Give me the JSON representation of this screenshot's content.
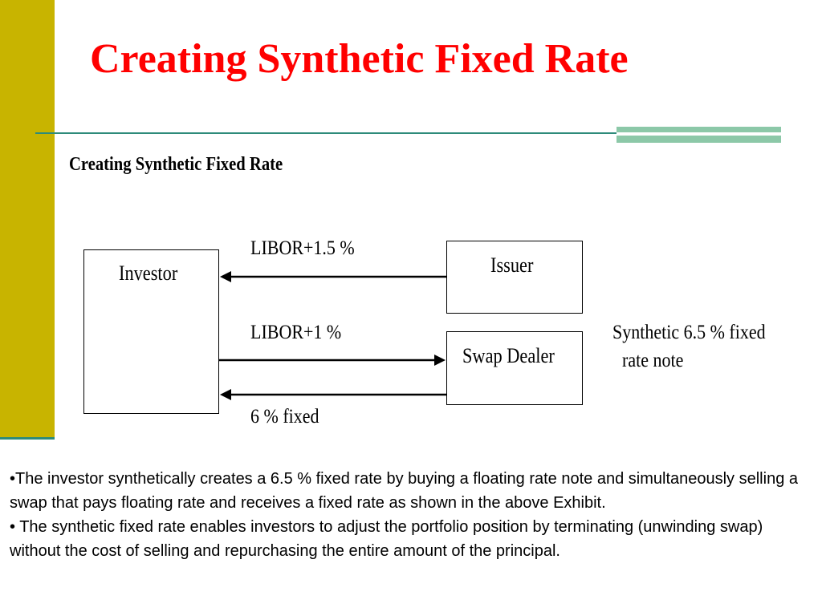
{
  "title": "Creating Synthetic Fixed Rate",
  "diagram": {
    "title": "Creating Synthetic Fixed Rate",
    "investor": "Investor",
    "issuer": "Issuer",
    "swap_dealer": "Swap Dealer",
    "flow_issuer_to_investor": "LIBOR+1.5 %",
    "flow_investor_to_dealer": "LIBOR+1 %",
    "flow_dealer_to_investor": "6 % fixed",
    "result_line1": "Synthetic 6.5 % fixed",
    "result_line2": "rate note"
  },
  "bullets": [
    "•The investor synthetically creates a 6.5 % fixed rate by buying a floating rate note and simultaneously selling a swap that pays floating rate and receives a fixed rate as shown in the above Exhibit.",
    "• The synthetic fixed rate enables investors to adjust the portfolio position by terminating (unwinding swap) without the cost of selling and repurchasing the entire amount of the principal."
  ],
  "colors": {
    "sidebar": "#C8B400",
    "title": "#FF0000",
    "accent": "#2E8B7A"
  }
}
